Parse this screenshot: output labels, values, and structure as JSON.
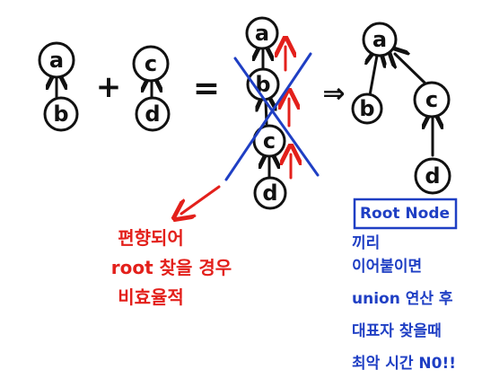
{
  "nodes": {
    "left_a": "a",
    "left_b": "b",
    "mid_c": "c",
    "mid_d": "d",
    "chain_a": "a",
    "chain_b": "b",
    "chain_c": "c",
    "chain_d": "d",
    "tree_a": "a",
    "tree_b": "b",
    "tree_c": "c",
    "tree_d": "d"
  },
  "operators": {
    "plus": "+",
    "equals": "=",
    "implies": "⇒"
  },
  "red_note": [
    "편향되어",
    "root 찾을 경우",
    "비효율적"
  ],
  "blue_note": {
    "title": "Root Node",
    "lines": [
      "끼리",
      "이어붙이면",
      "union 연산 후",
      "대표자 찾을때",
      "최악 시간 N0!!"
    ]
  },
  "colors": {
    "red": "#e3201b",
    "blue": "#1f3fc4",
    "ink": "#111111"
  }
}
